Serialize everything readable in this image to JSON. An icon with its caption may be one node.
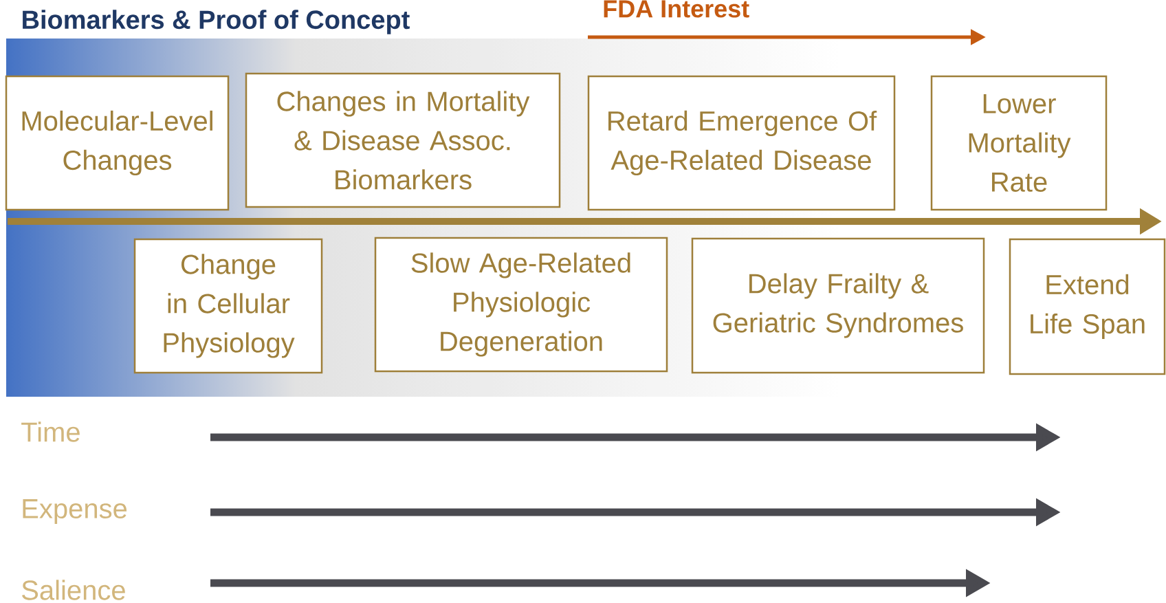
{
  "diagram": {
    "title": "Biomarkers & Proof of Concept",
    "nodes": [
      {
        "text": [
          "Molecular-Level Changes"
        ]
      },
      {
        "text": [
          "Changes in Mortality & Disease Assoc. Biomarkers"
        ]
      },
      {
        "text": [
          "Retard Emergence Of Age-Related Disease"
        ]
      },
      {
        "text": [
          "Lower Mortality Rate"
        ]
      },
      {
        "text": [
          "Change in Cellular Physiology"
        ]
      },
      {
        "text": [
          "Slow Age-Related Physiologic Degeneration"
        ]
      },
      {
        "text": [
          "Delay Frailty & Geriatric Syndromes"
        ]
      },
      {
        "text": [
          "Extend Life Span"
        ]
      }
    ],
    "labels": [
      "FDA Interest",
      "Time",
      "Expense",
      "Salience"
    ]
  }
}
